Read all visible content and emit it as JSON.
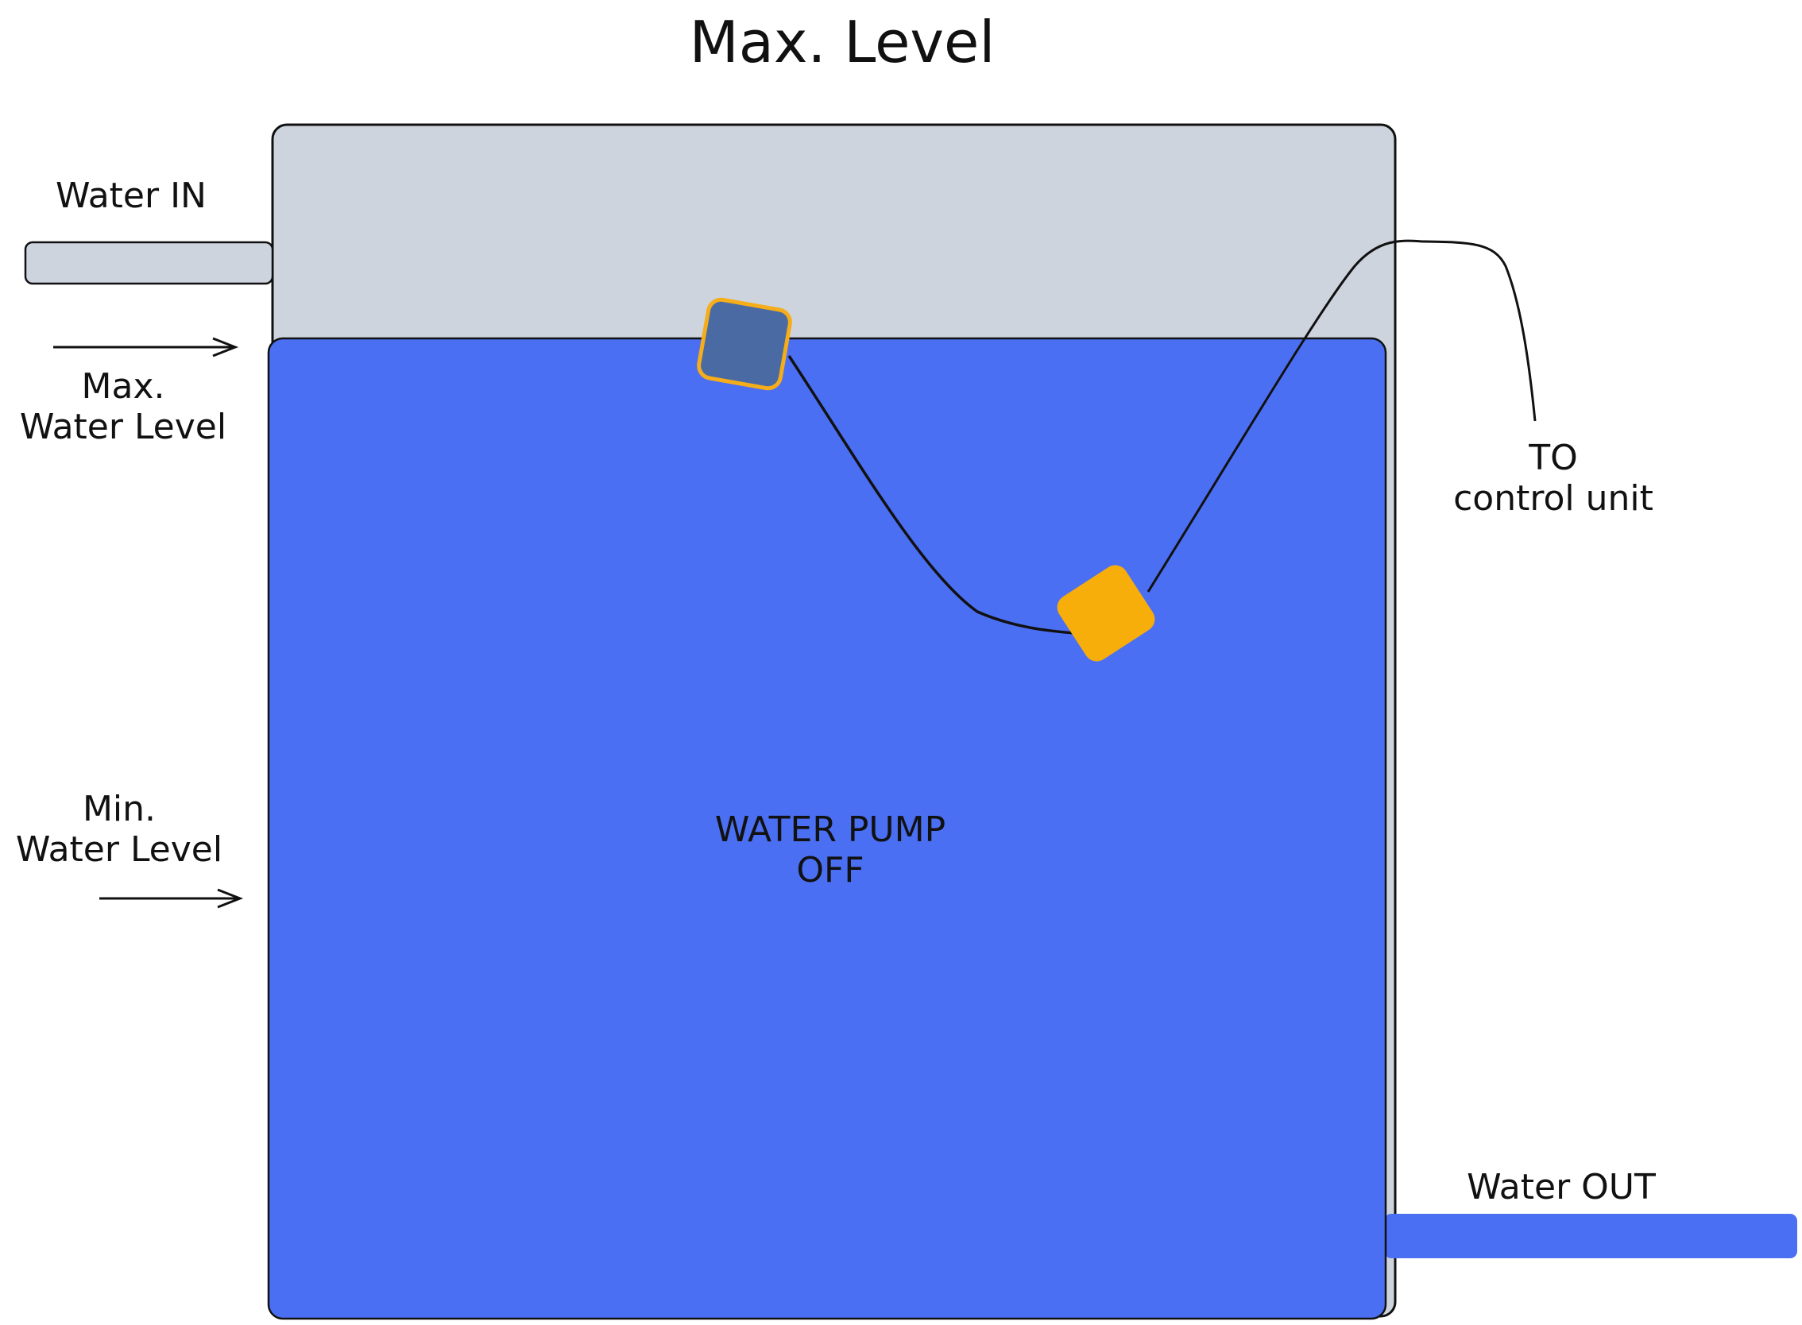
{
  "title": "Max. Level",
  "labels": {
    "water_in": "Water IN",
    "max_level_line1": "Max.",
    "max_level_line2": "Water Level",
    "min_level_line1": "Min.",
    "min_level_line2": "Water Level",
    "control_line1": "TO",
    "control_line2": "control unit",
    "pump_line1": "WATER PUMP",
    "pump_line2": "OFF",
    "water_out": "Water OUT"
  },
  "colors": {
    "tank_empty": "#ced4dd",
    "water": "#4b6ff2",
    "float_top_fill": "#4a6aa3",
    "float_top_stroke": "#f5ad1a",
    "float_bottom": "#f8ae0a",
    "stroke": "#111111"
  },
  "icons": {
    "arrow_max": "right-arrow-icon",
    "arrow_min": "right-arrow-icon"
  }
}
